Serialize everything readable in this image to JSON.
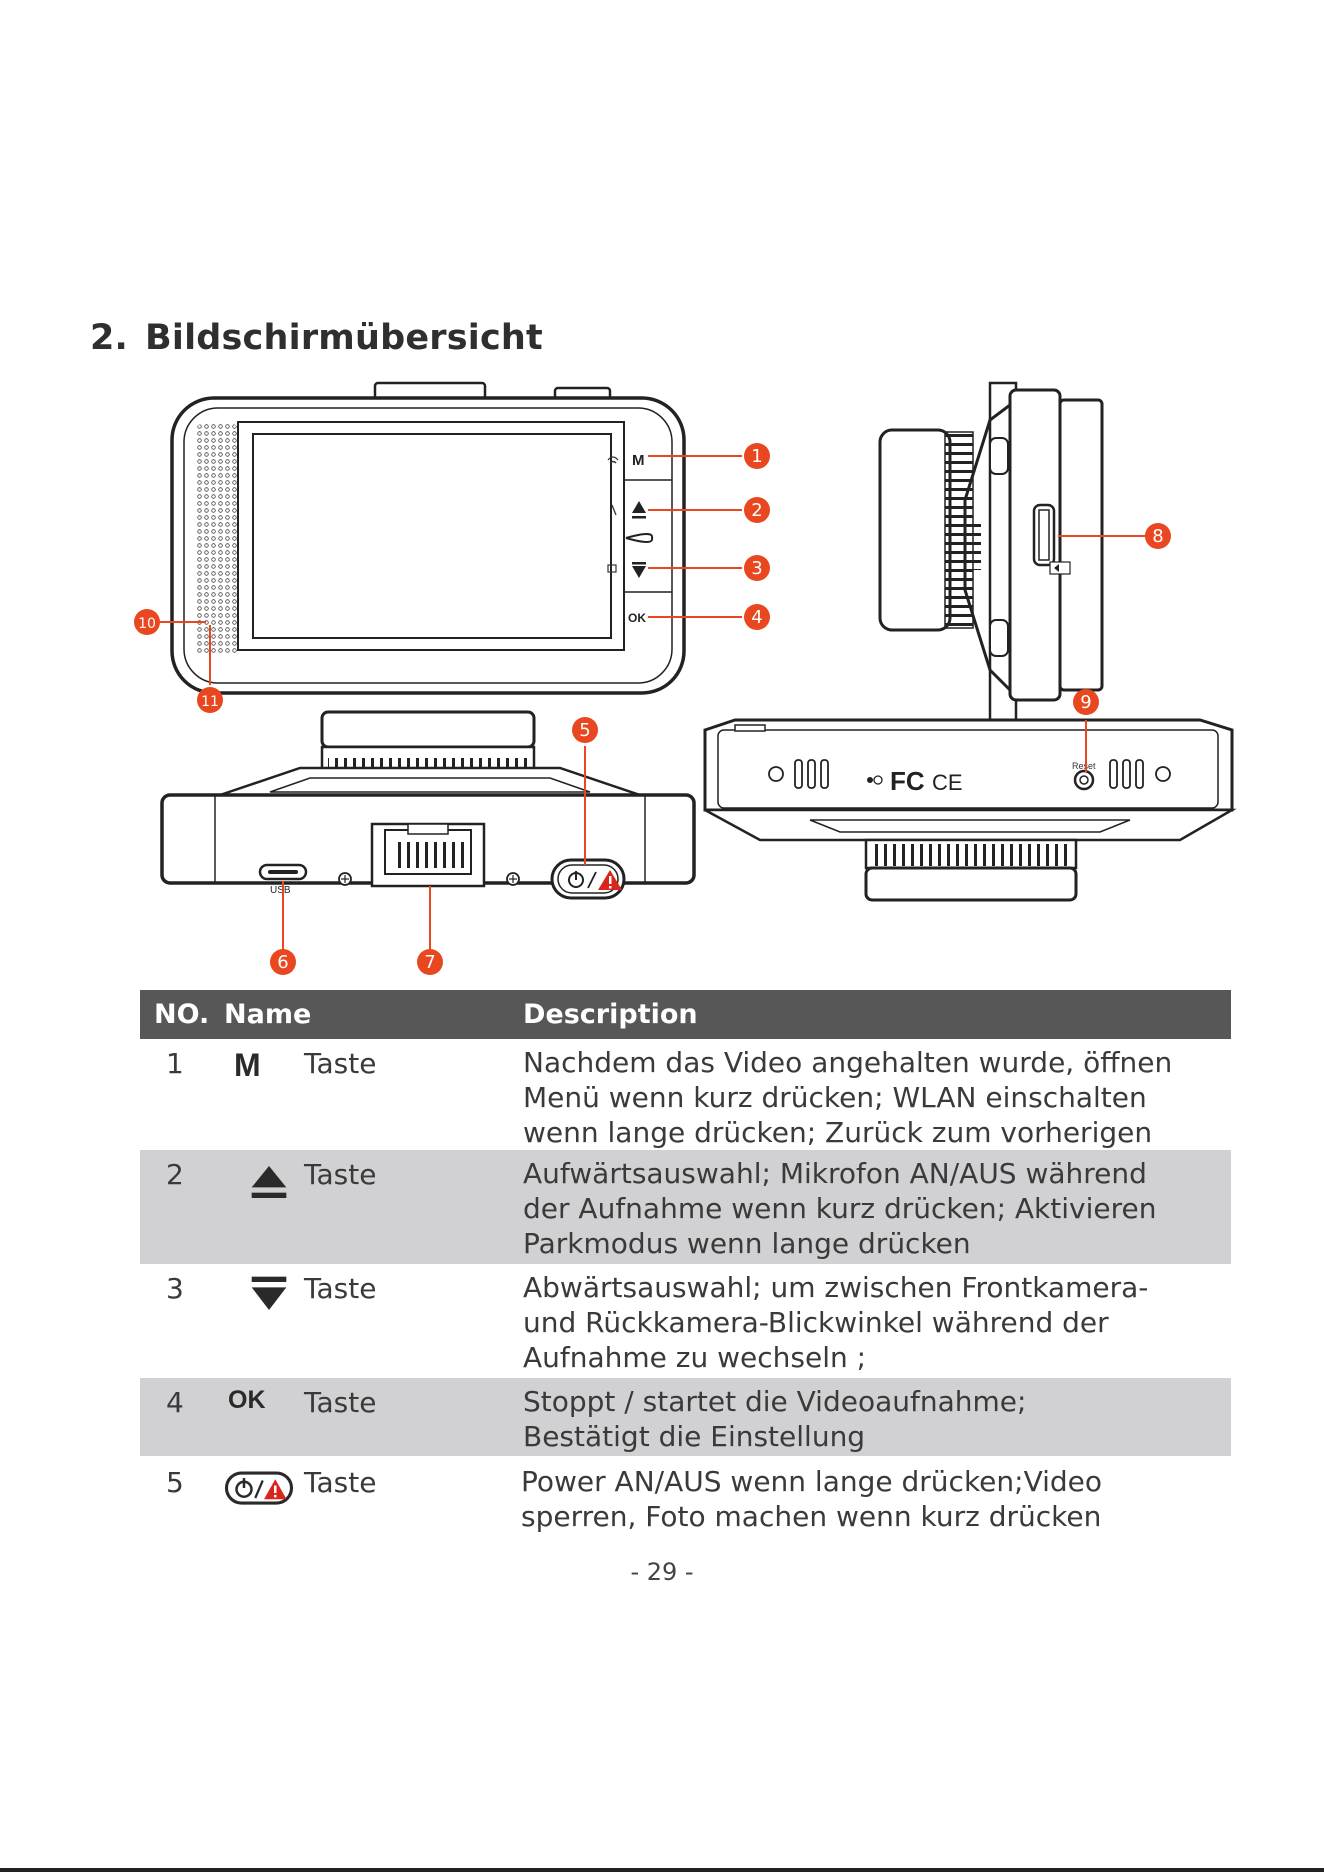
{
  "section": {
    "number": "2.",
    "title": "Bildschirmübersicht"
  },
  "figure": {
    "callouts": [
      "1",
      "2",
      "3",
      "4",
      "5",
      "6",
      "7",
      "8",
      "9",
      "10",
      "11"
    ],
    "device_labels": {
      "m_key": "M",
      "ok_key": "OK",
      "usb": "USB",
      "reset": "Reset",
      "fc": "FC",
      "ce": "CE"
    }
  },
  "table": {
    "headers": {
      "no": "NO.",
      "name": "Name",
      "description": "Description"
    },
    "rows": [
      {
        "no": "1",
        "icon_text": "M",
        "icon": "m-key-icon",
        "name": "Taste",
        "description": [
          "Nachdem das Video angehalten wurde, öffnen",
          "Menü wenn kurz drücken; WLAN einschalten",
          "wenn lange drücken; Zurück zum vorherigen"
        ]
      },
      {
        "no": "2",
        "icon": "up-eject-icon",
        "name": "Taste",
        "description": [
          "Aufwärtsauswahl; Mikrofon AN/AUS während",
          "der Aufnahme wenn kurz drücken; Aktivieren",
          "Parkmodus wenn lange drücken"
        ]
      },
      {
        "no": "3",
        "icon": "down-arrow-icon",
        "name": "Taste",
        "description": [
          "Abwärtsauswahl; um zwischen Frontkamera-",
          "und Rückkamera-Blickwinkel während der",
          "Aufnahme zu wechseln ;"
        ]
      },
      {
        "no": "4",
        "icon_text": "OK",
        "icon": "ok-key-icon",
        "name": "Taste",
        "description": [
          "Stoppt / startet die Videoaufnahme;",
          "Bestätigt die Einstellung"
        ]
      },
      {
        "no": "5",
        "icon": "power-lock-icon",
        "name": "Taste",
        "description": [
          "Power AN/AUS wenn lange drücken;Video",
          "sperren, Foto machen wenn kurz drücken"
        ]
      }
    ]
  },
  "footer": {
    "page": "- 29 -"
  },
  "colors": {
    "callout": "#e8471f",
    "header_bg": "#575757",
    "row_shade": "#d1d1d3",
    "warning": "#d9251c"
  }
}
